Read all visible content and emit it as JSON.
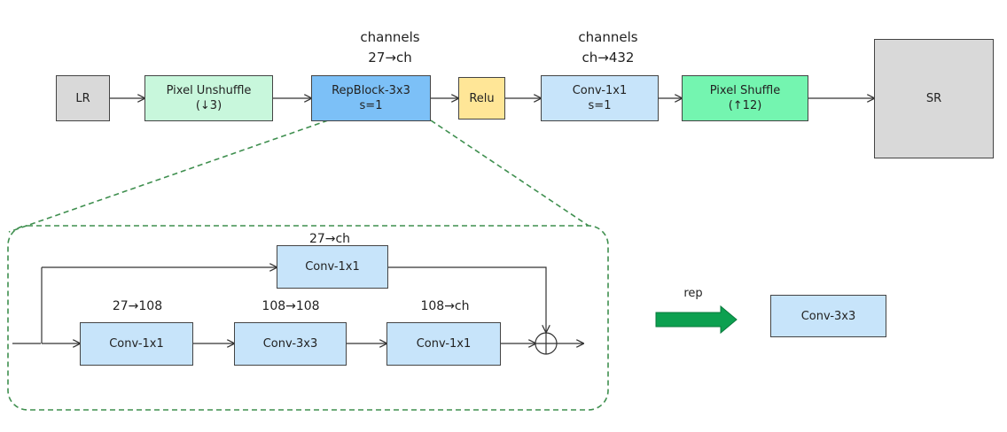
{
  "colors": {
    "gray": "#d9d9d9",
    "mint": "#c8f7dc",
    "blue": "#7cc0f7",
    "yellow": "#ffe697",
    "light_blue": "#c7e4fa",
    "green_shuffle": "#74f5b0",
    "dashed_green": "#3f8f4f",
    "rep_arrow": "#0ca050"
  },
  "top_pipeline": {
    "lr": "LR",
    "unshuffle": {
      "line1": "Pixel Unshuffle",
      "line2": "(↓3)"
    },
    "repblock": {
      "line1": "RepBlock-3x3",
      "line2": "s=1"
    },
    "relu": "Relu",
    "conv1x1": {
      "line1": "Conv-1x1",
      "line2": "s=1"
    },
    "shuffle": {
      "line1": "Pixel Shuffle",
      "line2": "(↑12)"
    },
    "sr": "SR",
    "channels_label_1": "channels",
    "channels_value_1": "27→ch",
    "channels_label_2": "channels",
    "channels_value_2": "ch→432"
  },
  "repblock_detail": {
    "top_branch_label": "27→ch",
    "top_branch_box": "Conv-1x1",
    "seq_labels": [
      "27→108",
      "108→108",
      "108→ch"
    ],
    "seq_boxes": [
      "Conv-1x1",
      "Conv-3x3",
      "Conv-1x1"
    ]
  },
  "rep": {
    "label": "rep",
    "result_box": "Conv-3x3"
  }
}
